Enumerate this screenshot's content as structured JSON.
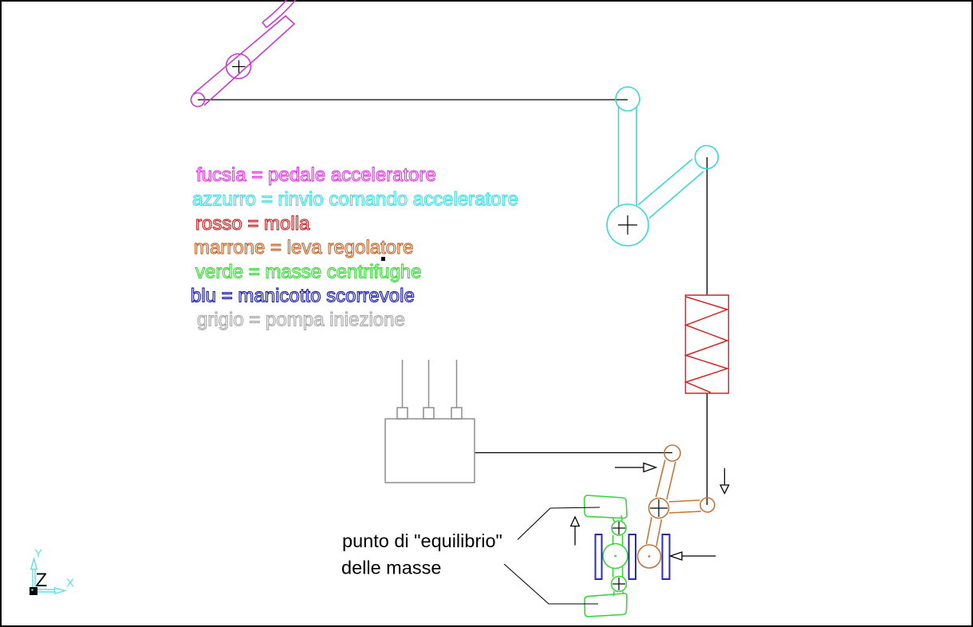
{
  "canvas": {
    "background": "#FFFFFF",
    "border_color": "#000000"
  },
  "legend": {
    "items": [
      {
        "label": "fucsia = pedale acceleratore",
        "color": "#E23BE2"
      },
      {
        "label": "azzurro = rinvio comando acceleratore",
        "color": "#3FE0E2"
      },
      {
        "label": "rosso = molla",
        "color": "#CC2626"
      },
      {
        "label": "marrone = leva regolatore",
        "color": "#C2692F"
      },
      {
        "label": "verde = masse centrifughe",
        "color": "#3BD83B"
      },
      {
        "label": "blu = manicotto scorrevole",
        "color": "#2020AC"
      },
      {
        "label": "grigio = pompa iniezione",
        "color": "#ABABAB"
      }
    ]
  },
  "annotation": {
    "line1": "punto di \"equilibrio\"",
    "line2": "delle masse"
  },
  "ucs": {
    "x": "X",
    "y": "Y",
    "z": "Z",
    "color": "#5FE2E5",
    "z_color": "#000000"
  },
  "components": {
    "pedal": {
      "color": "#C93BC9"
    },
    "bellcrank": {
      "color": "#3CD7DA"
    },
    "spring": {
      "color": "#D22424"
    },
    "governor_lever": {
      "color": "#C4763B"
    },
    "masses": {
      "color": "#3BD43B"
    },
    "sleeve": {
      "color": "#2A2AB2"
    },
    "pump": {
      "color": "#8E8E8E"
    },
    "linkage": {
      "color": "#000000"
    }
  }
}
